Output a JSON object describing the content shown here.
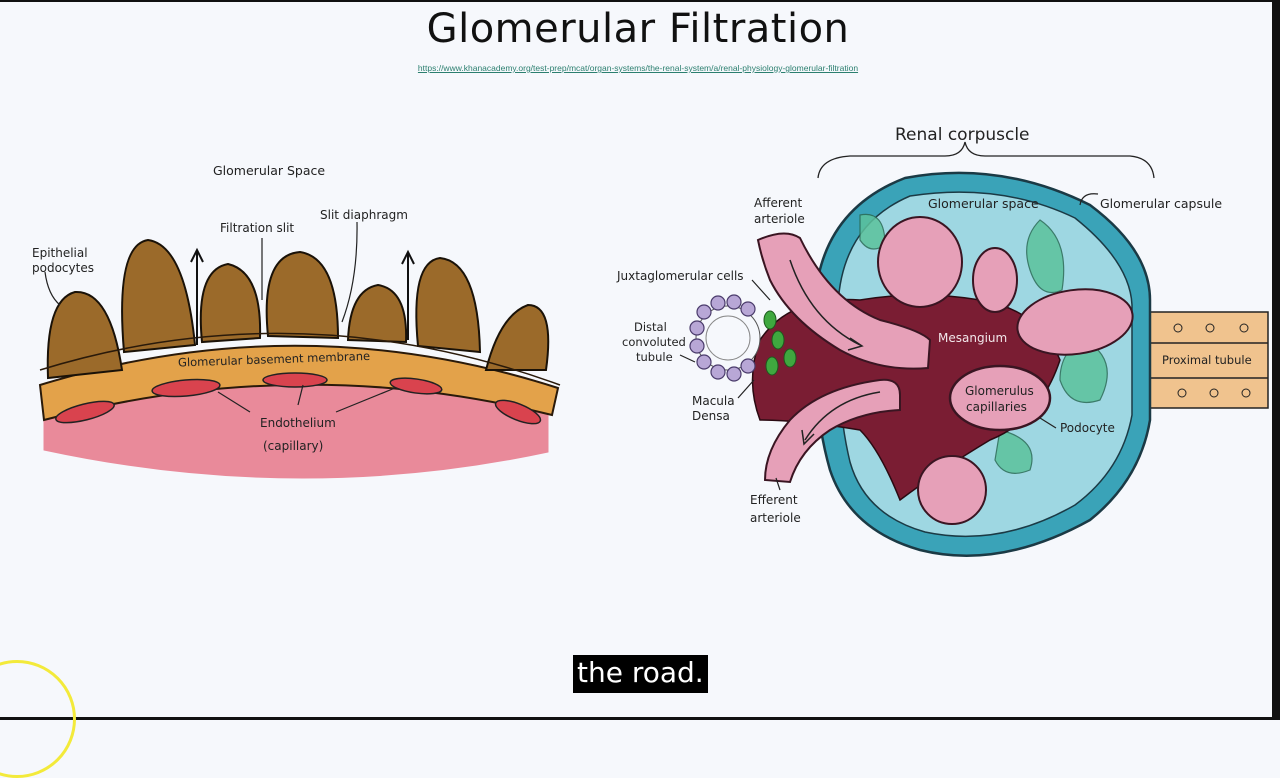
{
  "slide": {
    "title": "Glomerular Filtration",
    "source_url": "https://www.khanacademy.org/test-prep/mcat/organ-systems/the-renal-system/a/renal-physiology-glomerular-filtration"
  },
  "left_diagram": {
    "labels": {
      "glomerular_space": "Glomerular Space",
      "filtration_slit": "Filtration slit",
      "slit_diaphragm": "Slit diaphragm",
      "epithelial_podocytes_1": "Epithelial",
      "epithelial_podocytes_2": "podocytes",
      "basement_membrane": "Glomerular basement membrane",
      "endothelium_1": "Endothelium",
      "endothelium_2": "(capillary)"
    }
  },
  "right_diagram": {
    "labels": {
      "renal_corpuscle": "Renal corpuscle",
      "afferent_1": "Afferent",
      "afferent_2": "arteriole",
      "glomerular_space": "Glomerular space",
      "glomerular_capsule": "Glomerular capsule",
      "juxtaglomerular": "Juxtaglomerular cells",
      "distal_1": "Distal",
      "distal_2": "convoluted",
      "distal_3": "tubule",
      "mesangium": "Mesangium",
      "proximal_tubule": "Proximal tubule",
      "glomerulus_1": "Glomerulus",
      "glomerulus_2": "capillaries",
      "macula_1": "Macula",
      "macula_2": "Densa",
      "podocyte": "Podocyte",
      "efferent_1": "Efferent",
      "efferent_2": "arteriole"
    }
  },
  "subtitle": {
    "text": "the road."
  },
  "colors": {
    "podocyte": "#9b6a2a",
    "membrane": "#e3a24a",
    "capillary": "#e98a9a",
    "endothelium": "#d9434e",
    "capsule": "#3aa3b8",
    "space": "#9ed7e2",
    "mesangium": "#7a1d33",
    "capillary_loop": "#e6a0b8",
    "tubule": "#f0c38e"
  }
}
